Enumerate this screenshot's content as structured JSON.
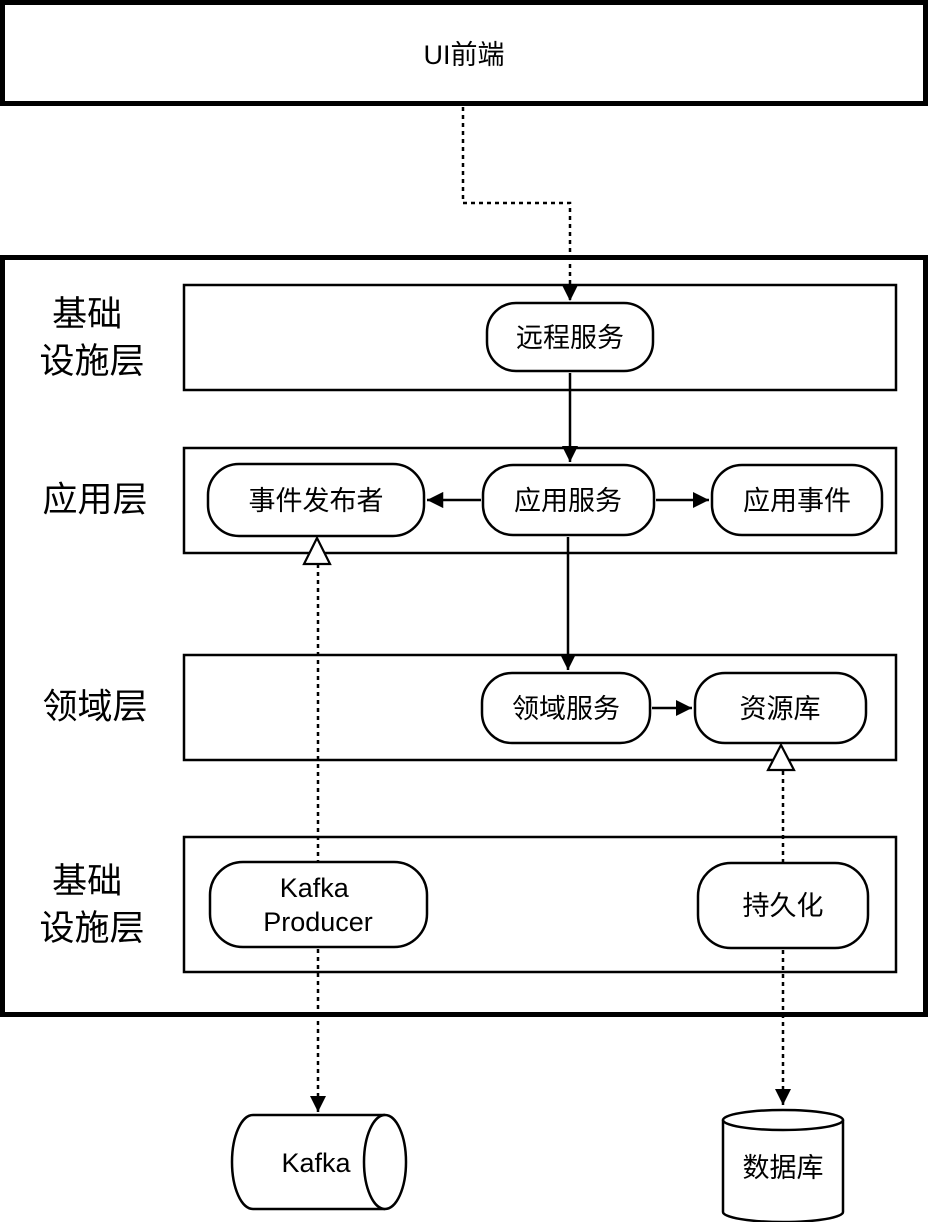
{
  "diagram": {
    "colors": {
      "stroke": "#000000",
      "fill": "#ffffff"
    },
    "ui_frontend": {
      "label": "UI前端"
    },
    "layers": [
      {
        "id": "infrastructure-top",
        "lines": [
          "基础",
          "设施层"
        ]
      },
      {
        "id": "application",
        "lines": [
          "应用层"
        ]
      },
      {
        "id": "domain",
        "lines": [
          "领域层"
        ]
      },
      {
        "id": "infrastructure-bottom",
        "lines": [
          "基础",
          "设施层"
        ]
      }
    ],
    "nodes": {
      "remote_service": {
        "label": "远程服务"
      },
      "event_publisher": {
        "label": "事件发布者"
      },
      "app_service": {
        "label": "应用服务"
      },
      "app_event": {
        "label": "应用事件"
      },
      "domain_service": {
        "label": "领域服务"
      },
      "repository": {
        "label": "资源库"
      },
      "kafka_producer": {
        "lines": [
          "Kafka",
          "Producer"
        ]
      },
      "persistence": {
        "label": "持久化"
      }
    },
    "external": {
      "kafka": {
        "label": "Kafka",
        "shape": "cylinder-horizontal"
      },
      "database": {
        "label": "数据库",
        "shape": "cylinder-vertical"
      }
    },
    "edges": [
      {
        "from": "ui_frontend",
        "to": "remote_service",
        "line": "dashed",
        "head": "filled-arrow"
      },
      {
        "from": "remote_service",
        "to": "app_service",
        "line": "solid",
        "head": "filled-arrow"
      },
      {
        "from": "app_service",
        "to": "event_publisher",
        "line": "solid",
        "head": "filled-arrow"
      },
      {
        "from": "app_service",
        "to": "app_event",
        "line": "solid",
        "head": "filled-arrow"
      },
      {
        "from": "app_service",
        "to": "domain_service",
        "line": "solid",
        "head": "filled-arrow"
      },
      {
        "from": "domain_service",
        "to": "repository",
        "line": "solid",
        "head": "filled-arrow"
      },
      {
        "from": "kafka_producer",
        "to": "event_publisher",
        "line": "dashed",
        "head": "hollow-triangle"
      },
      {
        "from": "persistence",
        "to": "repository",
        "line": "dashed",
        "head": "hollow-triangle"
      },
      {
        "from": "kafka_producer",
        "to": "kafka",
        "line": "dashed",
        "head": "filled-arrow"
      },
      {
        "from": "persistence",
        "to": "database",
        "line": "dashed",
        "head": "filled-arrow"
      }
    ]
  }
}
